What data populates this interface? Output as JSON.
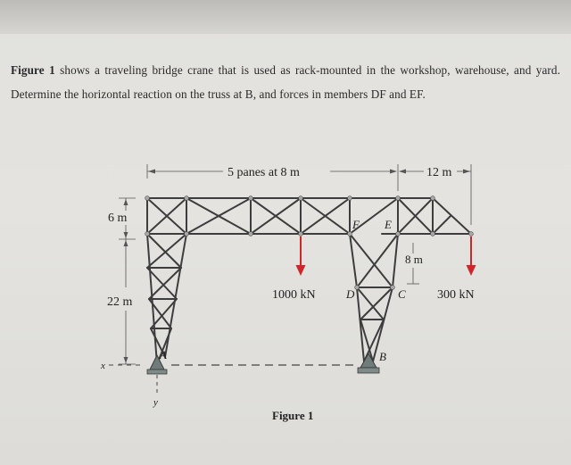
{
  "problem": {
    "lead": "Figure 1",
    "body": " shows a traveling bridge crane that is used as rack-mounted in the workshop, warehouse, and yard. Determine the horizontal reaction on the truss at B, and forces in members DF and EF."
  },
  "figure": {
    "caption": "Figure 1",
    "dimensions": {
      "panes": "5 panes at 8 m",
      "overhang": "12 m",
      "top_height": "6 m",
      "column_height": "22 m",
      "inner_height": "8 m"
    },
    "loads": [
      {
        "label": "1000 kN",
        "color": "#d0262b"
      },
      {
        "label": "300 kN",
        "color": "#d0262b"
      }
    ],
    "node_labels": {
      "A": "A",
      "B": "B",
      "C": "C",
      "D": "D",
      "E": "E",
      "F": "F"
    },
    "axes": {
      "x": "x",
      "y": "y"
    }
  },
  "colors": {
    "truss": "#3d3d3d",
    "node": "#9a9a9a",
    "load": "#d0262b",
    "support": "#6f7c7a"
  }
}
